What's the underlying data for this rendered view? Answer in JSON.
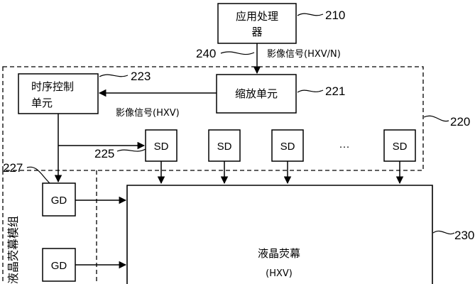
{
  "blocks": {
    "app_processor": {
      "line1": "应用处理",
      "line2": "器",
      "ref": "210"
    },
    "scaler": {
      "label": "缩放单元",
      "ref": "221"
    },
    "timing": {
      "line1": "时序控制",
      "line2": "单元",
      "ref": "223"
    },
    "sd_label": "SD",
    "ellipsis": "···",
    "gd_label": "GD",
    "lcd": {
      "line1": "液晶荧幕",
      "line2": "(HXV)"
    }
  },
  "signals": {
    "input_signal": "影像信号(HXV/N)",
    "input_ref": "240",
    "timing_signal": "影像信号(HXV)"
  },
  "refs": {
    "module": "220",
    "sd": "225",
    "gd": "227",
    "lcd": "230"
  },
  "module_vertical_label": "液晶荧幕模组"
}
